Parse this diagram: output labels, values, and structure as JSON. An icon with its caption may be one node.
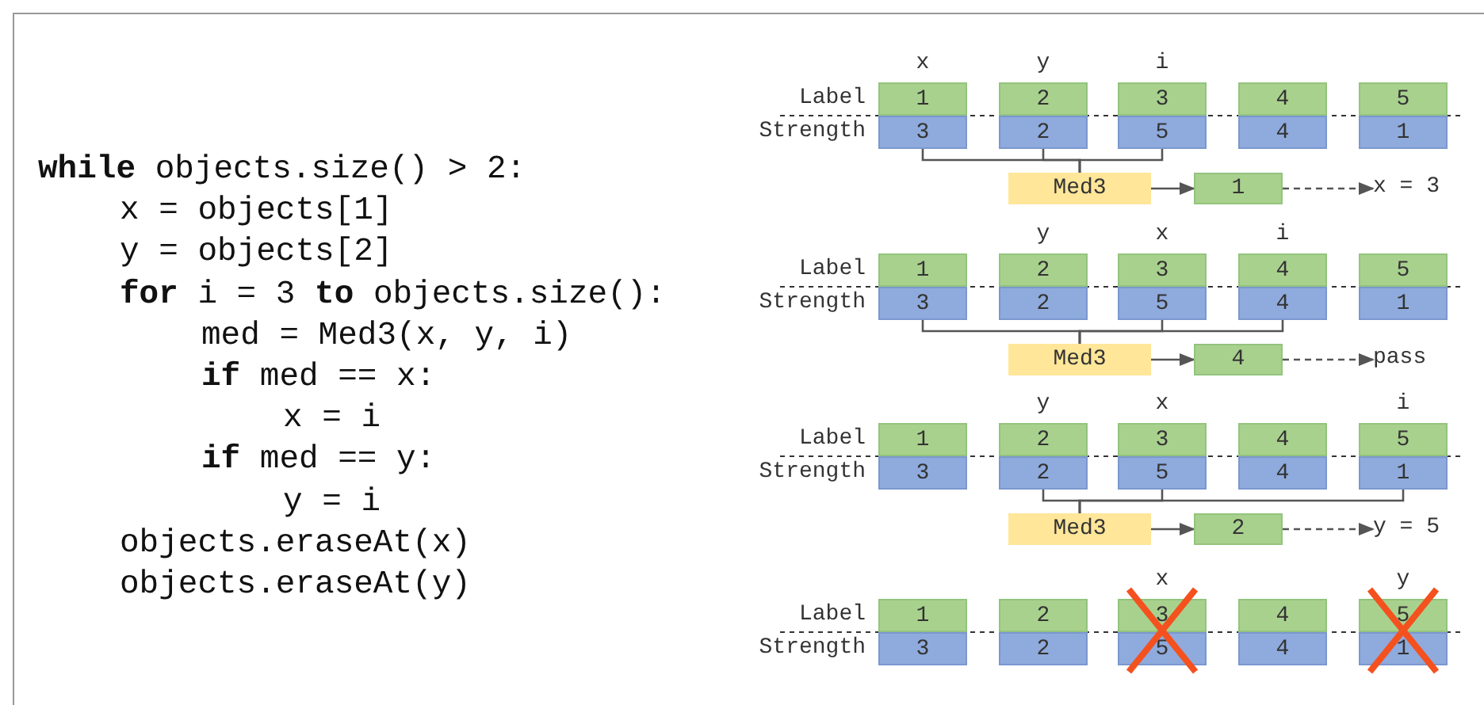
{
  "diagram": {
    "nodes": [
      {
        "text": [
          "1",
          "3"
        ],
        "beside": [
          "x"
        ]
      },
      {
        "text": [
          "2",
          "2"
        ],
        "beside": [
          "y"
        ]
      },
      {
        "text": [
          "3",
          "5"
        ],
        "beside": [
          "i"
        ]
      },
      {
        "text": [
          "4",
          "4"
        ]
      },
      {
        "text": [
          "5",
          "1"
        ]
      },
      {
        "text": [
          "Med3"
        ]
      },
      {
        "text": [
          "1"
        ]
      },
      {
        "text": [
          "x = 3"
        ]
      },
      {
        "text": [
          "1",
          "3"
        ]
      },
      {
        "text": [
          "2",
          "2"
        ],
        "beside": [
          "y"
        ]
      },
      {
        "text": [
          "3",
          "5"
        ],
        "beside": [
          "x"
        ]
      },
      {
        "text": [
          "4",
          "4"
        ],
        "beside": [
          "i"
        ]
      },
      {
        "text": [
          "5",
          "1"
        ]
      },
      {
        "text": [
          "Med3"
        ]
      },
      {
        "text": [
          "4"
        ]
      },
      {
        "text": [
          "pass"
        ]
      },
      {
        "text": [
          "1",
          "3"
        ]
      },
      {
        "text": [
          "2",
          "2"
        ],
        "beside": [
          "y"
        ]
      },
      {
        "text": [
          "3",
          "5"
        ],
        "beside": [
          "x"
        ]
      },
      {
        "text": [
          "4",
          "4"
        ]
      },
      {
        "text": [
          "5",
          "1"
        ],
        "beside": [
          "i"
        ]
      },
      {
        "text": [
          "Med3"
        ]
      },
      {
        "text": [
          "2"
        ]
      },
      {
        "text": [
          "y = 5"
        ]
      },
      {
        "text": [
          "1",
          "3"
        ]
      },
      {
        "text": [
          "2",
          "2"
        ]
      },
      {
        "text": [
          "3",
          "5"
        ],
        "beside": [
          "x"
        ]
      },
      {
        "text": [
          "4",
          "4"
        ]
      },
      {
        "text": [
          "5",
          "1"
        ],
        "beside": [
          "y"
        ]
      }
    ],
    "edges": [
      {
        "from": 0,
        "to": 5,
        "arrow": "none"
      },
      {
        "from": 1,
        "to": 5,
        "arrow": "none"
      },
      {
        "from": 2,
        "to": 5,
        "arrow": "none"
      },
      {
        "from": 5,
        "to": 6,
        "arrow": "to"
      },
      {
        "from": 6,
        "to": 7,
        "arrow": "to",
        "style": "dashed"
      },
      {
        "from": 8,
        "to": 13,
        "arrow": "none"
      },
      {
        "from": 10,
        "to": 13,
        "arrow": "none"
      },
      {
        "from": 11,
        "to": 13,
        "arrow": "none"
      },
      {
        "from": 13,
        "to": 14,
        "arrow": "to"
      },
      {
        "from": 14,
        "to": 15,
        "arrow": "to",
        "style": "dashed"
      },
      {
        "from": 17,
        "to": 21,
        "arrow": "none"
      },
      {
        "from": 18,
        "to": 21,
        "arrow": "none"
      },
      {
        "from": 20,
        "to": 21,
        "arrow": "none"
      },
      {
        "from": 21,
        "to": 22,
        "arrow": "to"
      },
      {
        "from": 22,
        "to": 23,
        "arrow": "to",
        "style": "dashed"
      }
    ],
    "labels": [
      "**while** objects.size() > 2:",
      "x = objects[1]",
      "y = objects[2]",
      "**for** i = 3 **to** objects.size():",
      "med = Med3(x, y, i)",
      "**if** med == x:",
      "x = i",
      "**if** med == y:",
      "y = i",
      "objects.eraseAt(x)",
      "objects.eraseAt(y)",
      "Label",
      "Strength",
      "Label",
      "Strength",
      "Label",
      "Strength",
      "Label",
      "Strength"
    ]
  }
}
